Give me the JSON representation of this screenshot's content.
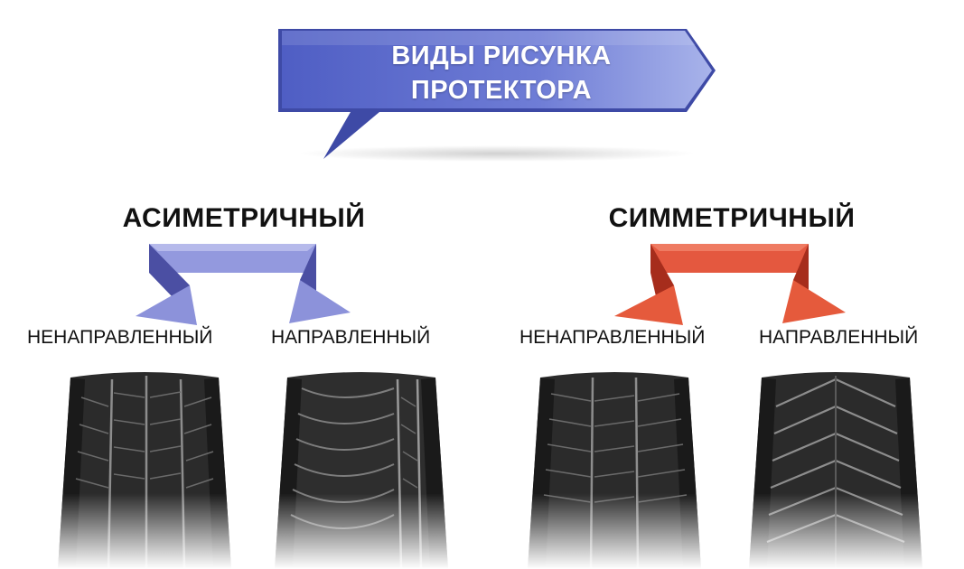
{
  "title": {
    "line1": "ВИДЫ РИСУНКА",
    "line2": "ПРОТЕКТОРА"
  },
  "colors": {
    "banner": "#5b69c9",
    "asymmetric_arrow": "#8a8fd8",
    "symmetric_arrow": "#e5553b",
    "tire": "#2b2b2b"
  },
  "groups": [
    {
      "title": "АСИМЕТРИЧНЫЙ",
      "left_label": "НЕНАПРАВЛЕННЫЙ",
      "right_label": "НАПРАВЛЕННЫЙ",
      "left_tire_icon": "tire-asymmetric-nondirectional-icon",
      "right_tire_icon": "tire-asymmetric-directional-icon"
    },
    {
      "title": "СИММЕТРИЧНЫЙ",
      "left_label": "НЕНАПРАВЛЕННЫЙ",
      "right_label": "НАПРАВЛЕННЫЙ",
      "left_tire_icon": "tire-symmetric-nondirectional-icon",
      "right_tire_icon": "tire-symmetric-directional-icon"
    }
  ]
}
